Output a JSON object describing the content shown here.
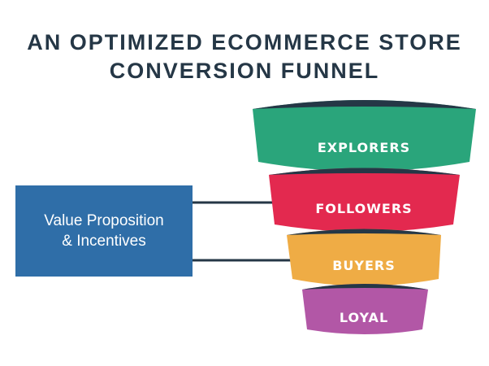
{
  "title": {
    "line1": "AN OPTIMIZED ECOMMERCE STORE",
    "line2": "CONVERSION FUNNEL"
  },
  "value_box": {
    "line1": "Value Proposition",
    "line2": "& Incentives"
  },
  "funnel": [
    {
      "label": "EXPLORERS",
      "color": "#2aa57b"
    },
    {
      "label": "FOLLOWERS",
      "color": "#e3294f"
    },
    {
      "label": "BUYERS",
      "color": "#efac45"
    },
    {
      "label": "LOYAL",
      "color": "#b257a6"
    }
  ],
  "colors": {
    "dark": "#253746",
    "box": "#2f6ea8"
  }
}
